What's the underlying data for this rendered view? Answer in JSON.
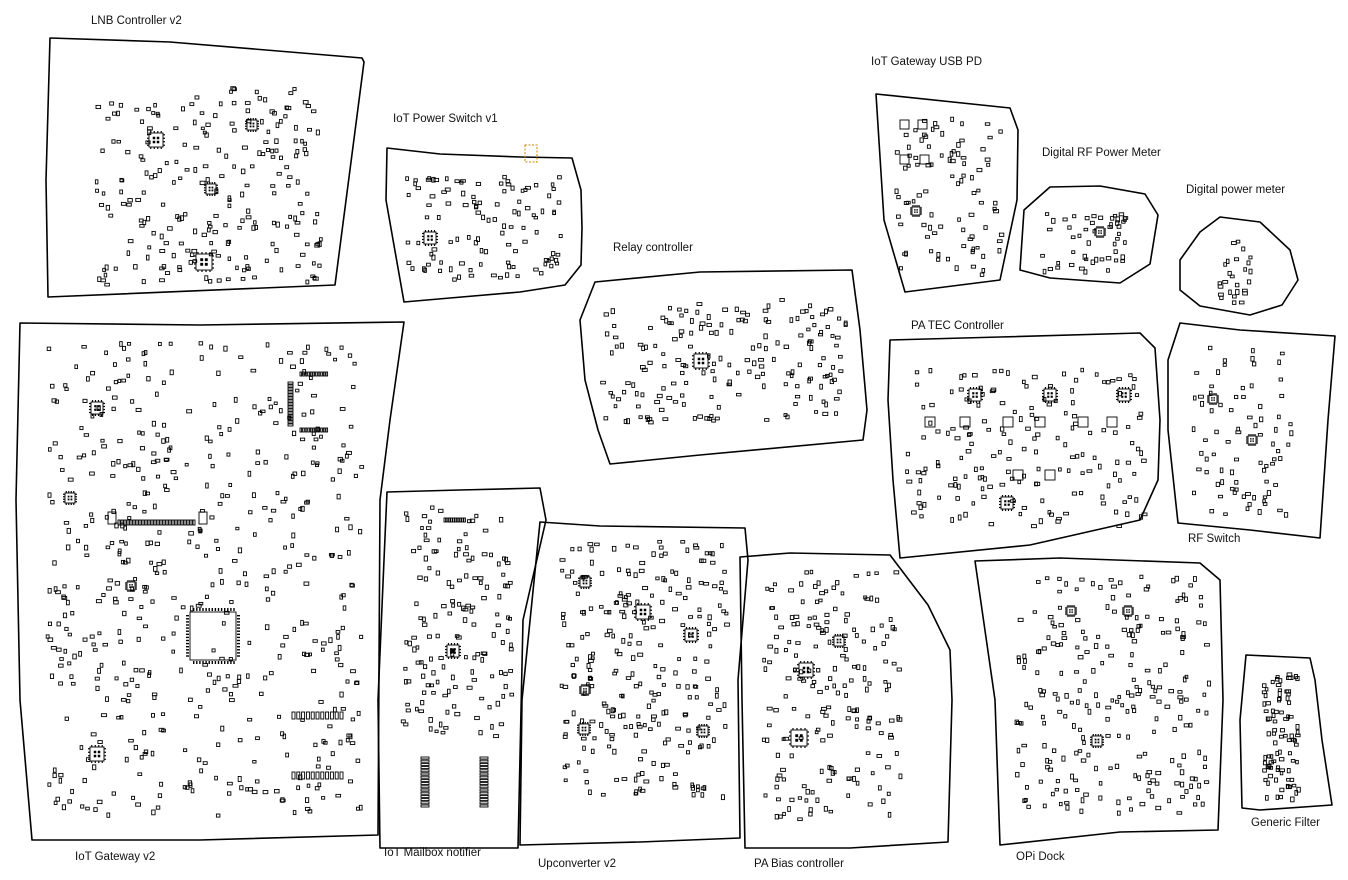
{
  "canvas": {
    "background": "#ffffff",
    "stroke_color": "#000000",
    "selection_color": "#d08a00"
  },
  "boards": [
    {
      "id": "lnb",
      "label": "LNB Controller v2"
    },
    {
      "id": "iot-power",
      "label": "IoT Power Switch v1"
    },
    {
      "id": "usbpd",
      "label": "IoT Gateway USB PD"
    },
    {
      "id": "rfpm",
      "label": "Digital RF Power Meter"
    },
    {
      "id": "dpm",
      "label": "Digital power meter"
    },
    {
      "id": "relay",
      "label": "Relay controller"
    },
    {
      "id": "tec",
      "label": "PA TEC Controller"
    },
    {
      "id": "rfswitch",
      "label": "RF Switch"
    },
    {
      "id": "gateway",
      "label": "IoT Gateway v2"
    },
    {
      "id": "mailbox",
      "label": "IoT Mailbox notifier"
    },
    {
      "id": "upconv",
      "label": "Upconverter v2"
    },
    {
      "id": "pabias",
      "label": "PA Bias controller"
    },
    {
      "id": "opi",
      "label": "OPi Dock"
    },
    {
      "id": "filter",
      "label": "Generic Filter"
    }
  ]
}
